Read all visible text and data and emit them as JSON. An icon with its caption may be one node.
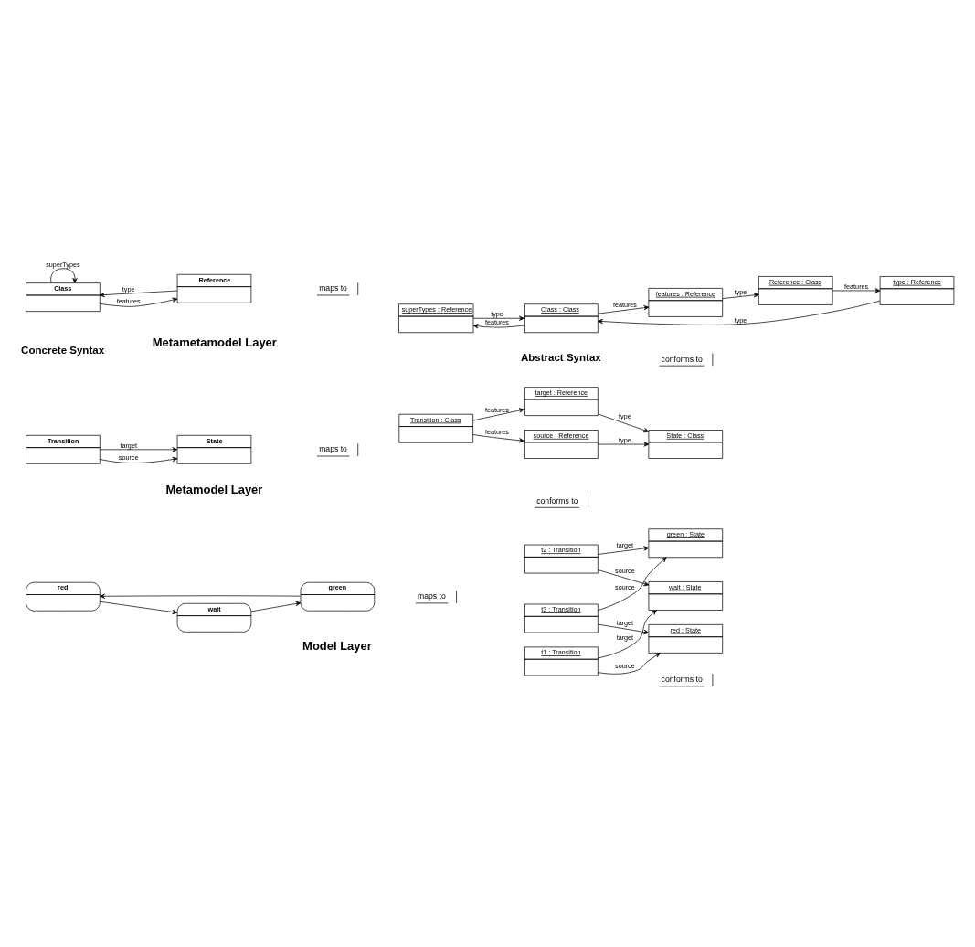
{
  "diagram": {
    "nodes": [
      {
        "text": [
          "Class"
        ]
      },
      {
        "text": [
          "Reference"
        ]
      },
      {
        "text": [
          "superTypes : Reference"
        ]
      },
      {
        "text": [
          "features : Reference"
        ]
      },
      {
        "text": [
          "Class : Class"
        ]
      },
      {
        "text": [
          "Reference : Class"
        ]
      },
      {
        "text": [
          "type : Reference"
        ]
      },
      {
        "text": [
          "State"
        ]
      },
      {
        "text": [
          "Transition"
        ]
      },
      {
        "text": [
          "source : Reference"
        ]
      },
      {
        "text": [
          "State : Class"
        ]
      },
      {
        "text": [
          "Transition : Class"
        ]
      },
      {
        "text": [
          "target : Reference"
        ]
      },
      {
        "text": [
          "red"
        ]
      },
      {
        "text": [
          "wait"
        ]
      },
      {
        "text": [
          "green"
        ]
      },
      {
        "text": [
          "red : State"
        ]
      },
      {
        "text": [
          "t1 : Transition"
        ]
      },
      {
        "text": [
          "t3 : Transition"
        ]
      },
      {
        "text": [
          "wait : State"
        ]
      },
      {
        "text": [
          "green : State"
        ]
      },
      {
        "text": [
          "t2 : Transition"
        ]
      }
    ],
    "edges": [
      {
        "from": 0,
        "to": 0,
        "arrow": "to",
        "label": "superTypes"
      },
      {
        "from": 0,
        "to": 1,
        "arrow": "to",
        "label": "features"
      },
      {
        "from": 1,
        "to": 0,
        "arrow": "to",
        "label": "type"
      },
      {
        "from": 4,
        "to": 2,
        "arrow": "to",
        "label": "features"
      },
      {
        "from": 2,
        "to": 4,
        "arrow": "to",
        "label": "type"
      },
      {
        "from": 4,
        "to": 3,
        "arrow": "to",
        "label": "features"
      },
      {
        "from": 3,
        "to": 5,
        "arrow": "to",
        "label": "type"
      },
      {
        "from": 5,
        "to": 6,
        "arrow": "to",
        "label": "features"
      },
      {
        "from": 6,
        "to": 4,
        "arrow": "to",
        "label": "type"
      },
      {
        "from": 8,
        "to": 7,
        "arrow": "to",
        "label": "source"
      },
      {
        "from": 8,
        "to": 7,
        "arrow": "to",
        "label": "target"
      },
      {
        "from": 11,
        "to": 9,
        "arrow": "to",
        "label": "features"
      },
      {
        "from": 9,
        "to": 10,
        "arrow": "to",
        "label": "type"
      },
      {
        "from": 11,
        "to": 12,
        "arrow": "to",
        "label": "features"
      },
      {
        "from": 12,
        "to": 10,
        "arrow": "to",
        "label": "type"
      },
      {
        "from": 13,
        "to": 14,
        "arrow": "to"
      },
      {
        "from": 14,
        "to": 15,
        "arrow": "to"
      },
      {
        "from": 15,
        "to": 13,
        "arrow": "to"
      },
      {
        "from": 18,
        "to": 16,
        "arrow": "to",
        "label": "target"
      },
      {
        "from": 17,
        "to": 16,
        "arrow": "to",
        "label": "source"
      },
      {
        "from": 17,
        "to": 19,
        "arrow": "to",
        "label": "target"
      },
      {
        "from": 21,
        "to": 19,
        "arrow": "to",
        "label": "source"
      },
      {
        "from": 18,
        "to": 20,
        "arrow": "to",
        "label": "source"
      },
      {
        "from": 21,
        "to": 20,
        "arrow": "to",
        "label": "target"
      }
    ],
    "labels": [
      "Concrete Syntax",
      "Abstract Syntax",
      "conforms to",
      "maps to",
      "Metametamodel Layer",
      "conforms to",
      "maps to",
      "Metamodel Layer",
      "conforms to",
      "maps to",
      "Model Layer"
    ]
  }
}
